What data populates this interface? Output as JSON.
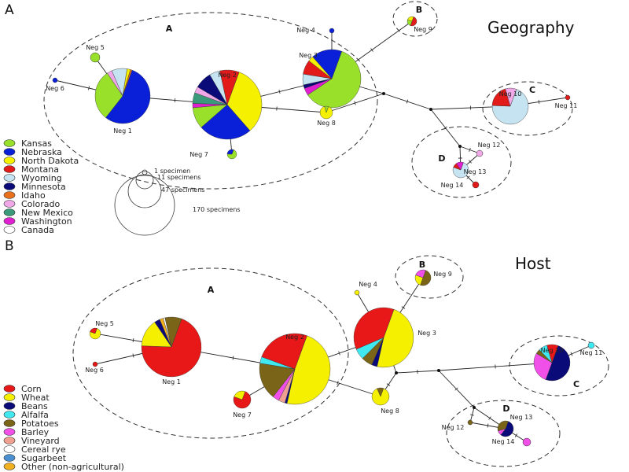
{
  "panels": [
    {
      "letter": "A",
      "title": "Geography",
      "legend": [
        {
          "label": "Kansas",
          "color": "#99e02a"
        },
        {
          "label": "Nebraska",
          "color": "#0a1fd8"
        },
        {
          "label": "North Dakota",
          "color": "#f5f000"
        },
        {
          "label": "Montana",
          "color": "#e21a1a"
        },
        {
          "label": "Wyoming",
          "color": "#c5e3f0"
        },
        {
          "label": "Minnesota",
          "color": "#0a0a78"
        },
        {
          "label": "Idaho",
          "color": "#e8701a"
        },
        {
          "label": "Colorado",
          "color": "#f0a8e8"
        },
        {
          "label": "New Mexico",
          "color": "#3a9a7a"
        },
        {
          "label": "Washington",
          "color": "#e020d0"
        },
        {
          "label": "Canada",
          "color": "#ffffff"
        }
      ],
      "size_legend": [
        "1 specimen",
        "11 specimens",
        "47 specimens",
        "170 specimens"
      ],
      "groups": [
        "A",
        "B",
        "C",
        "D"
      ],
      "nodes": [
        {
          "id": "Neg 1",
          "label": "Neg 1",
          "slices": [
            [
              "Nebraska",
              0.55
            ],
            [
              "Kansas",
              0.3
            ],
            [
              "Colorado",
              0.03
            ],
            [
              "Wyoming",
              0.09
            ],
            [
              "North Dakota",
              0.02
            ],
            [
              "Idaho",
              0.01
            ]
          ]
        },
        {
          "id": "Neg 2",
          "label": "Neg 2",
          "slices": [
            [
              "North Dakota",
              0.33
            ],
            [
              "Nebraska",
              0.25
            ],
            [
              "Kansas",
              0.1
            ],
            [
              "Washington",
              0.02
            ],
            [
              "New Mexico",
              0.05
            ],
            [
              "Colorado",
              0.03
            ],
            [
              "Minnesota",
              0.08
            ],
            [
              "Wyoming",
              0.05
            ],
            [
              "Montana",
              0.09
            ]
          ]
        },
        {
          "id": "Neg 3",
          "label": "Neg 3",
          "slices": [
            [
              "Kansas",
              0.6
            ],
            [
              "Washington",
              0.04
            ],
            [
              "Minnesota",
              0.02
            ],
            [
              "Wyoming",
              0.06
            ],
            [
              "Montana",
              0.08
            ],
            [
              "North Dakota",
              0.03
            ],
            [
              "Nebraska",
              0.17
            ]
          ]
        },
        {
          "id": "Neg 4",
          "label": "Neg 4",
          "slices": [
            [
              "Nebraska",
              1
            ]
          ]
        },
        {
          "id": "Neg 5",
          "label": "Neg 5",
          "slices": [
            [
              "Kansas",
              1
            ]
          ]
        },
        {
          "id": "Neg 6",
          "label": "Neg 6",
          "slices": [
            [
              "Nebraska",
              1
            ]
          ]
        },
        {
          "id": "Neg 7",
          "label": "Neg 7",
          "slices": [
            [
              "Kansas",
              0.7
            ],
            [
              "Nebraska",
              0.3
            ]
          ]
        },
        {
          "id": "Neg 8",
          "label": "Neg 8",
          "slices": [
            [
              "North Dakota",
              0.9
            ],
            [
              "Kansas",
              0.1
            ]
          ]
        },
        {
          "id": "Neg 9",
          "label": "Neg 9",
          "slices": [
            [
              "Montana",
              0.5
            ],
            [
              "Kansas",
              0.25
            ],
            [
              "North Dakota",
              0.25
            ]
          ]
        },
        {
          "id": "Neg 10",
          "label": "Neg 10",
          "slices": [
            [
              "Wyoming",
              0.7
            ],
            [
              "Montana",
              0.2
            ],
            [
              "Colorado",
              0.1
            ]
          ]
        },
        {
          "id": "Neg 11",
          "label": "Neg 11",
          "slices": [
            [
              "Montana",
              1
            ]
          ]
        },
        {
          "id": "Neg 12",
          "label": "Neg 12",
          "slices": [
            [
              "Colorado",
              1
            ]
          ]
        },
        {
          "id": "Neg 13",
          "label": "Neg 13",
          "slices": [
            [
              "Wyoming",
              0.75
            ],
            [
              "Montana",
              0.1
            ],
            [
              "Washington",
              0.15
            ]
          ]
        },
        {
          "id": "Neg 14",
          "label": "Neg 14",
          "slices": [
            [
              "Montana",
              1
            ]
          ]
        }
      ]
    },
    {
      "letter": "B",
      "title": "Host",
      "legend": [
        {
          "label": "Corn",
          "color": "#e81818"
        },
        {
          "label": "Wheat",
          "color": "#f5f000"
        },
        {
          "label": "Beans",
          "color": "#0a0a78"
        },
        {
          "label": "Alfalfa",
          "color": "#40e8f0"
        },
        {
          "label": "Potatoes",
          "color": "#7a6418"
        },
        {
          "label": "Barley",
          "color": "#f050e8"
        },
        {
          "label": "Vineyard",
          "color": "#f0a090"
        },
        {
          "label": "Cereal rye",
          "color": "#ffffff"
        },
        {
          "label": "Sugarbeet",
          "color": "#4a90d0"
        },
        {
          "label": "Other (non-agricultural)",
          "color": "#f0b020"
        }
      ],
      "groups": [
        "A",
        "B",
        "C",
        "D"
      ],
      "nodes": [
        {
          "id": "Neg 1",
          "label": "Neg 1",
          "slices": [
            [
              "Corn",
              0.7
            ],
            [
              "Wheat",
              0.15
            ],
            [
              "Beans",
              0.03
            ],
            [
              "Other (non-agricultural)",
              0.02
            ],
            [
              "Cereal rye",
              0.01
            ],
            [
              "Potatoes",
              0.09
            ]
          ]
        },
        {
          "id": "Neg 2",
          "label": "Neg 2",
          "slices": [
            [
              "Wheat",
              0.48
            ],
            [
              "Beans",
              0.01
            ],
            [
              "Vineyard",
              0.03
            ],
            [
              "Barley",
              0.03
            ],
            [
              "Potatoes",
              0.17
            ],
            [
              "Alfalfa",
              0.03
            ],
            [
              "Corn",
              0.25
            ]
          ]
        },
        {
          "id": "Neg 3",
          "label": "Neg 3",
          "slices": [
            [
              "Wheat",
              0.48
            ],
            [
              "Beans",
              0.03
            ],
            [
              "Potatoes",
              0.06
            ],
            [
              "Alfalfa",
              0.06
            ],
            [
              "Corn",
              0.37
            ]
          ]
        },
        {
          "id": "Neg 4",
          "label": "Neg 4",
          "slices": [
            [
              "Wheat",
              1
            ]
          ]
        },
        {
          "id": "Neg 5",
          "label": "Neg 5",
          "slices": [
            [
              "Wheat",
              0.75
            ],
            [
              "Corn",
              0.25
            ]
          ]
        },
        {
          "id": "Neg 6",
          "label": "Neg 6",
          "slices": [
            [
              "Corn",
              1
            ]
          ]
        },
        {
          "id": "Neg 7",
          "label": "Neg 7",
          "slices": [
            [
              "Corn",
              0.75
            ],
            [
              "Wheat",
              0.25
            ]
          ]
        },
        {
          "id": "Neg 8",
          "label": "Neg 8",
          "slices": [
            [
              "Wheat",
              0.88
            ],
            [
              "Potatoes",
              0.12
            ]
          ]
        },
        {
          "id": "Neg 9",
          "label": "Neg 9",
          "slices": [
            [
              "Potatoes",
              0.5
            ],
            [
              "Wheat",
              0.25
            ],
            [
              "Barley",
              0.25
            ]
          ]
        },
        {
          "id": "Neg 10",
          "label": "Neg 10",
          "slices": [
            [
              "Beans",
              0.5
            ],
            [
              "Barley",
              0.28
            ],
            [
              "Potatoes",
              0.04
            ],
            [
              "Alfalfa",
              0.08
            ],
            [
              "Corn",
              0.1
            ]
          ]
        },
        {
          "id": "Neg 11",
          "label": "Neg 11",
          "slices": [
            [
              "Alfalfa",
              1
            ]
          ]
        },
        {
          "id": "Neg 12",
          "label": "Neg 12",
          "slices": [
            [
              "Potatoes",
              1
            ]
          ]
        },
        {
          "id": "Neg 13",
          "label": "Neg 13",
          "slices": [
            [
              "Beans",
              0.55
            ],
            [
              "Barley",
              0.1
            ],
            [
              "Potatoes",
              0.35
            ]
          ]
        },
        {
          "id": "Neg 14",
          "label": "Neg 14",
          "slices": [
            [
              "Barley",
              1
            ]
          ]
        }
      ]
    }
  ]
}
